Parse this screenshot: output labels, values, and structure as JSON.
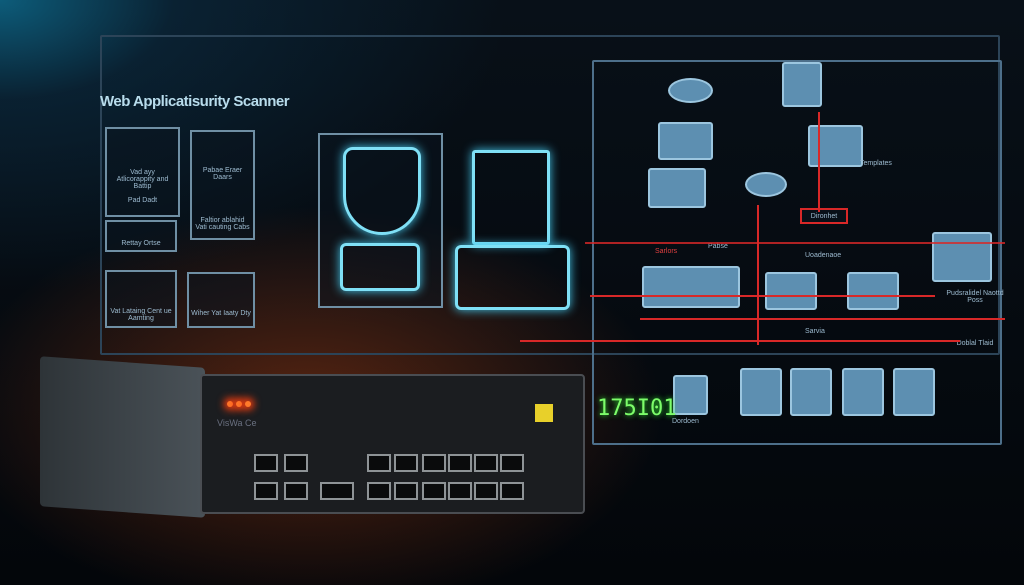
{
  "title": "Web Applicatisurity Scanner",
  "device": {
    "display": "175I01",
    "brand": "VisWa Ce"
  },
  "diagram_labels": [
    "Templates",
    "Dironhet",
    "Uoadenaoe",
    "Sarlors",
    "Pabse",
    "Sarvia",
    "Dordoen",
    "Doblal Tlaid",
    "Pudsralidel Naottd Poss"
  ],
  "left_labels": [
    "Vad ayy Atlicorappity and Battip",
    "Pad Dadt",
    "Pabae Eraer Daars",
    "Faltior ablahid Vati cauting Cabs",
    "Rettay Ortse",
    "Vat Lataing Cent ue Aamting",
    "Wiher Yat Iaaty Dty"
  ],
  "colors": {
    "accent": "#7fe0f6",
    "link": "#d82828",
    "node": "#5d8fb1"
  }
}
